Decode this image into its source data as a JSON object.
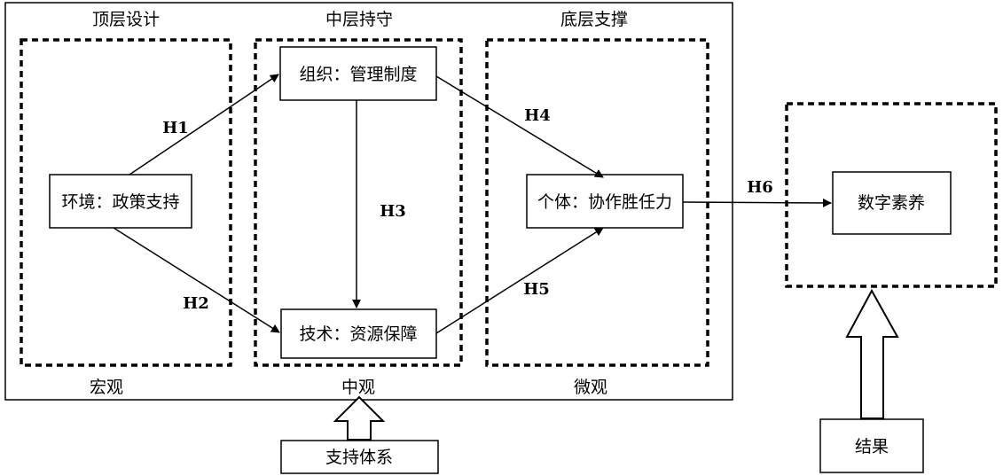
{
  "sections": {
    "top_label": "顶层设计",
    "middle_label": "中层持守",
    "bottom_label": "底层支撑",
    "macro_label": "宏观",
    "meso_label": "中观",
    "micro_label": "微观"
  },
  "nodes": {
    "environment": "环境：政策支持",
    "organization": "组织：管理制度",
    "technology": "技术：资源保障",
    "individual": "个体：协作胜任力",
    "digital_literacy": "数字素养",
    "support_system": "支持体系",
    "result": "结果"
  },
  "hypotheses": {
    "h1": "H1",
    "h2": "H2",
    "h3": "H3",
    "h4": "H4",
    "h5": "H5",
    "h6": "H6"
  }
}
